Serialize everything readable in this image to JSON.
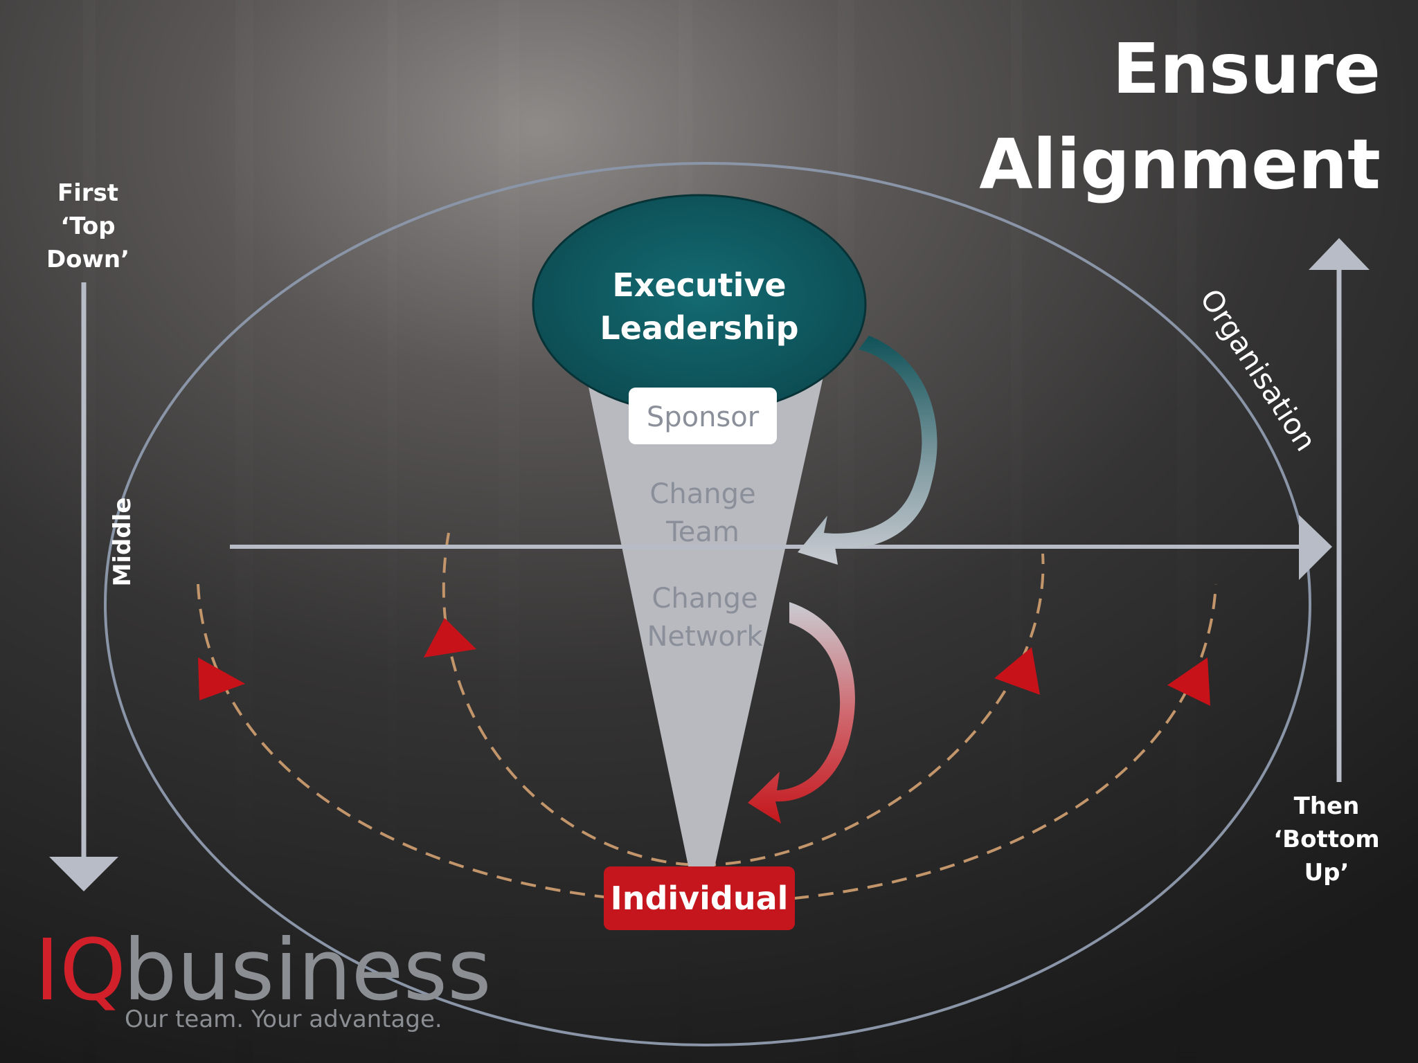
{
  "title": {
    "line1": "Ensure",
    "line2": "Alignment"
  },
  "left_axis": {
    "line1": "First",
    "line2": "‘Top",
    "line3": "Down’",
    "middle": "Middle"
  },
  "right_axis": {
    "line1": "Then",
    "line2": "‘Bottom",
    "line3": "Up’",
    "organisation": "Organisation"
  },
  "nodes": {
    "executive_line1": "Executive",
    "executive_line2": "Leadership",
    "sponsor": "Sponsor",
    "change_team_line1": "Change",
    "change_team_line2": "Team",
    "change_network_line1": "Change",
    "change_network_line2": "Network",
    "individual": "Individual"
  },
  "logo": {
    "iq": "IQ",
    "business": "business",
    "tagline": "Our team. Your advantage."
  },
  "colors": {
    "executive_fill": "#0f5258",
    "individual_fill": "#c4161c",
    "ellipse_stroke": "#8a95a8",
    "arrow_gray": "#b8bcc6",
    "dash_color": "#c2956b",
    "red_arrowhead": "#c8121a",
    "cone_fill": "#b9bac0"
  }
}
